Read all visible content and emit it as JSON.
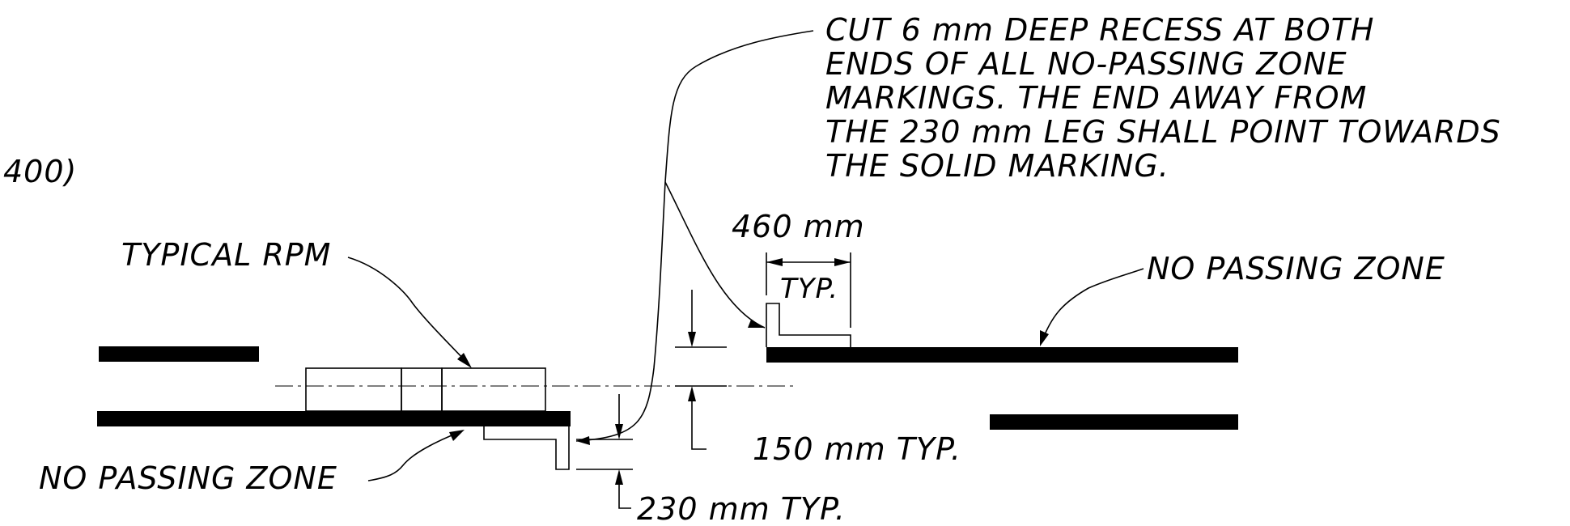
{
  "notes": {
    "partial_label": "400)",
    "recess_note": [
      "CUT 6 mm DEEP RECESS AT BOTH",
      "ENDS OF ALL NO-PASSING ZONE",
      "MARKINGS.  THE END AWAY FROM",
      "THE 230 mm LEG SHALL POINT TOWARDS",
      "THE SOLID MARKING."
    ],
    "typical_rpm": "TYPICAL RPM",
    "no_passing_zone_left": "NO PASSING ZONE",
    "no_passing_zone_right": "NO PASSING ZONE"
  },
  "dimensions": {
    "recess_length": "460 mm",
    "recess_typ": "TYP.",
    "offset_150": "150 mm  TYP.",
    "leg_230": "230 mm  TYP."
  },
  "colors": {
    "ink": "#000000",
    "paper": "#ffffff"
  }
}
